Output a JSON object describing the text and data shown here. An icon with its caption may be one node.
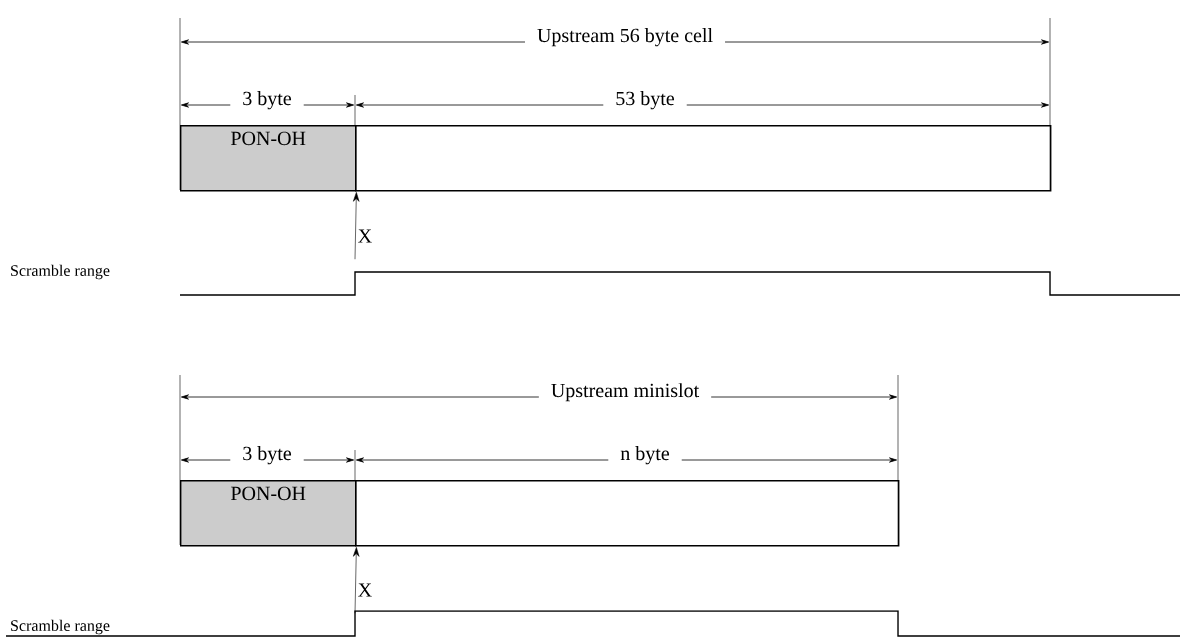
{
  "diagram": {
    "nodes": [
      {
        "text": [
          "PON-OH"
        ]
      },
      {
        "text": [],
        "shape": "box"
      },
      {
        "text": [
          "X"
        ]
      },
      {
        "text": [
          "PON-OH"
        ]
      },
      {
        "text": [],
        "shape": "box"
      },
      {
        "text": [
          "X"
        ]
      }
    ],
    "edges": [
      {
        "from": 2,
        "to": 0,
        "arrow": "to"
      },
      {
        "from": 5,
        "to": 3,
        "arrow": "to"
      }
    ],
    "labels": [
      "Upstream 56 byte cell",
      "3 byte",
      "53 byte",
      "Scramble range",
      "Upstream minislot",
      "3 byte",
      "n byte",
      "Scramble range"
    ]
  }
}
